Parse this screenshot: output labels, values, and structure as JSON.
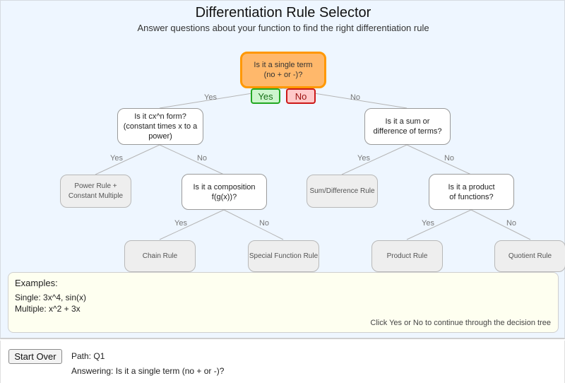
{
  "header": {
    "title": "Differentiation Rule Selector",
    "subtitle": "Answer questions about your function to find the right differentiation rule"
  },
  "tree": {
    "root": {
      "label": "Is it a single term\n(no + or -)?",
      "state": "current"
    },
    "answer_buttons": {
      "yes": "Yes",
      "no": "No"
    },
    "nodes": {
      "cxn": {
        "label": "Is it cx^n form?\n(constant times x to a power)",
        "type": "question"
      },
      "sum": {
        "label": "Is it a sum or\ndifference of terms?",
        "type": "question"
      },
      "power_rule": {
        "label": "Power Rule +\nConstant Multiple",
        "type": "result"
      },
      "composition": {
        "label": "Is it a composition\nf(g(x))?",
        "type": "question"
      },
      "sum_rule": {
        "label": "Sum/Difference Rule",
        "type": "result"
      },
      "product": {
        "label": "Is it a product\nof functions?",
        "type": "question"
      },
      "chain_rule": {
        "label": "Chain Rule",
        "type": "result"
      },
      "special_rule": {
        "label": "Special Function Rule",
        "type": "result"
      },
      "product_rule": {
        "label": "Product Rule",
        "type": "result"
      },
      "quotient_rule": {
        "label": "Quotient Rule",
        "type": "result"
      }
    },
    "edge_labels": {
      "yes": "Yes",
      "no": "No"
    }
  },
  "examples": {
    "title": "Examples:",
    "lines": [
      "Single: 3x^4, sin(x)",
      "Multiple: x^2 + 3x"
    ],
    "hint": "Click Yes or No to continue through the decision tree"
  },
  "footer": {
    "start_over_label": "Start Over",
    "path": "Path: Q1",
    "answering": "Answering: Is it a single term (no + or -)?"
  },
  "colors": {
    "background": "#eef6ff",
    "current_fill": "#ffb86b",
    "current_border": "#ff9800",
    "yes_fill": "#cdf5cd",
    "yes_border": "#22a822",
    "no_fill": "#ffc9c9",
    "no_border": "#cc1818",
    "result_fill": "#eeeeee",
    "examples_fill": "#fefff0"
  }
}
